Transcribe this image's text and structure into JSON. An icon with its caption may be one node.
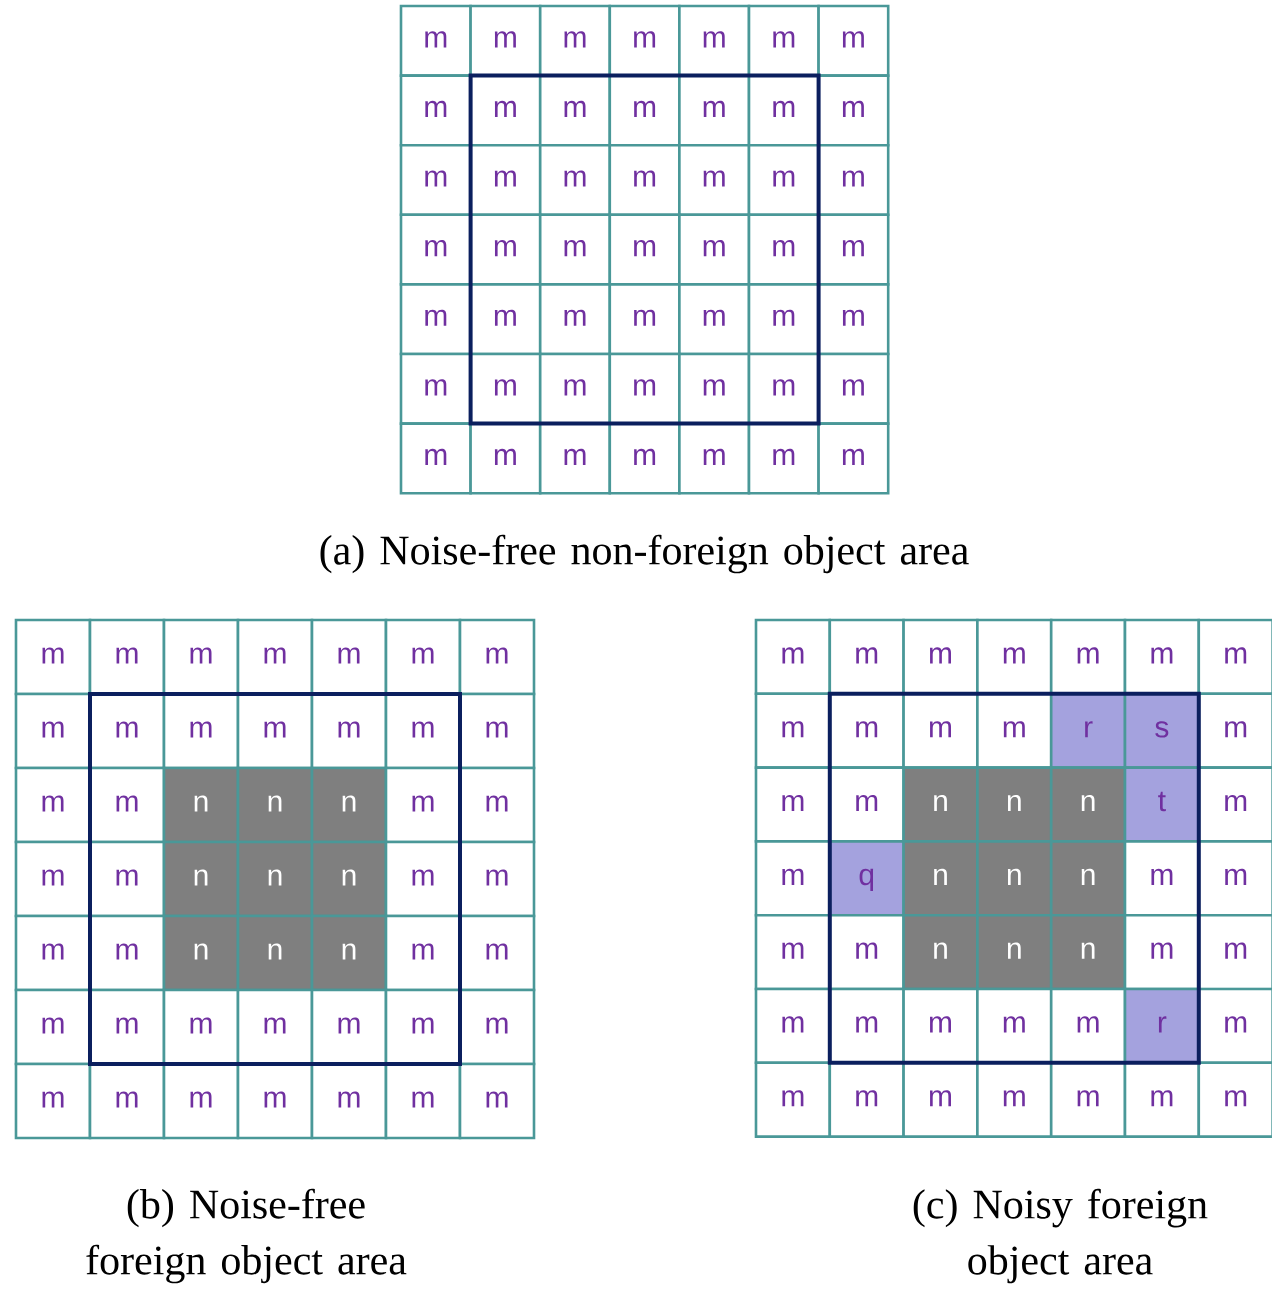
{
  "diagram": {
    "labels": [
      "m",
      "m",
      "m",
      "m",
      "m",
      "m",
      "m",
      "m",
      "m",
      "m",
      "m",
      "m",
      "m",
      "m",
      "m",
      "m",
      "m",
      "m",
      "m",
      "m",
      "m",
      "m",
      "m",
      "m",
      "m",
      "m",
      "m",
      "m",
      "m",
      "m",
      "m",
      "m",
      "m",
      "m",
      "m",
      "m",
      "m",
      "m",
      "m",
      "m",
      "m",
      "m",
      "m",
      "m",
      "m",
      "m",
      "m",
      "m",
      "m",
      "(a) Noise-free non-foreign object area",
      "m",
      "m",
      "m",
      "m",
      "m",
      "m",
      "m",
      "m",
      "m",
      "m",
      "m",
      "m",
      "m",
      "m",
      "m",
      "m",
      "n",
      "n",
      "n",
      "m",
      "m",
      "m",
      "m",
      "n",
      "n",
      "n",
      "m",
      "m",
      "m",
      "m",
      "n",
      "n",
      "n",
      "m",
      "m",
      "m",
      "m",
      "m",
      "m",
      "m",
      "m",
      "m",
      "m",
      "m",
      "m",
      "m",
      "m",
      "m",
      "m",
      "m",
      "m",
      "m",
      "m",
      "m",
      "m",
      "m",
      "m",
      "m",
      "m",
      "m",
      "r",
      "s",
      "m",
      "m",
      "m",
      "n",
      "n",
      "n",
      "t",
      "m",
      "m",
      "q",
      "n",
      "n",
      "n",
      "m",
      "m",
      "m",
      "m",
      "n",
      "n",
      "n",
      "m",
      "m",
      "m",
      "m",
      "m",
      "m",
      "m",
      "r",
      "m",
      "m",
      "m",
      "m",
      "m",
      "m",
      "m",
      "m",
      "(b) Noise-free foreign object area",
      "(c) Noisy foreign object area"
    ]
  }
}
